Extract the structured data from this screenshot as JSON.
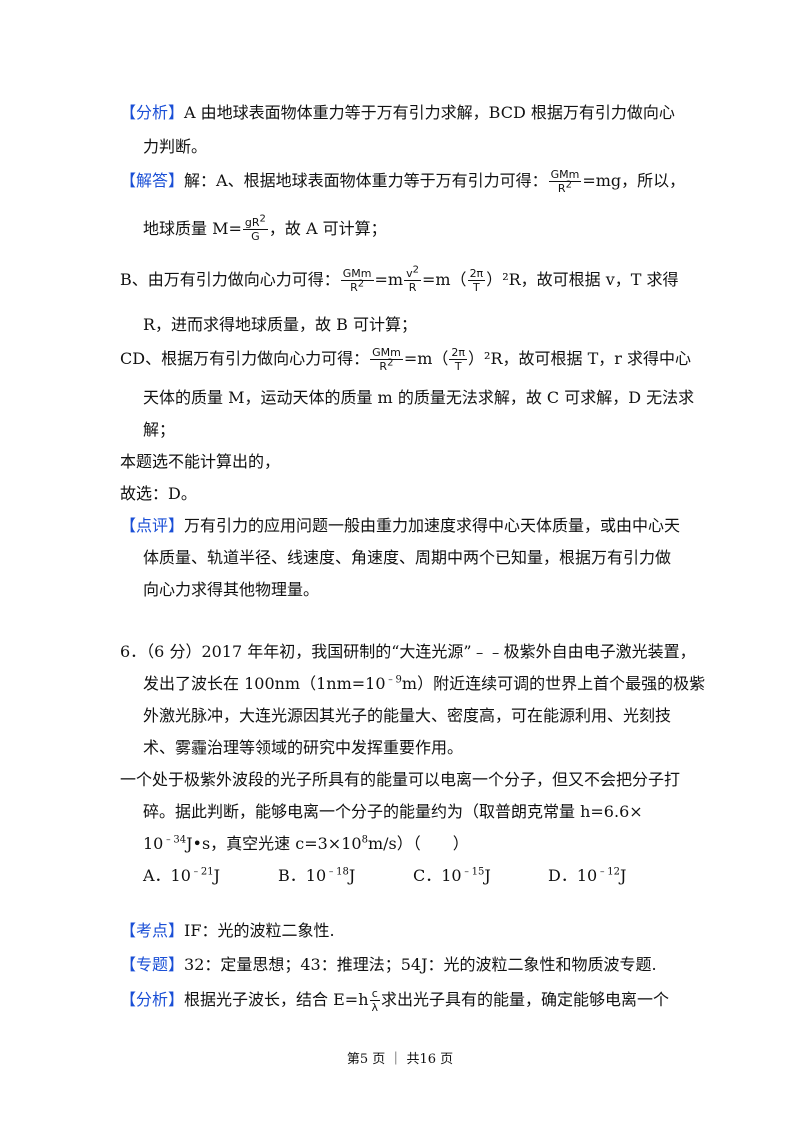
{
  "analysis1": {
    "tag": "【分析】",
    "line1": "A 由地球表面物体重力等于万有引力求解，BCD 根据万有引力做向心",
    "line2": "力判断。"
  },
  "solution1": {
    "tag": "【解答】",
    "line1_a": "解：A、根据地球表面物体重力等于万有引力可得：",
    "frac_GMm": "GMm",
    "frac_R2": "R",
    "line1_b": "=mg，所以，",
    "line2_a": "地球质量 M=",
    "frac_gR2": "gR",
    "frac_G": "G",
    "line2_b": "，故 A 可计算；",
    "b_line1_a": "B、由万有引力做向心力可得：",
    "b_eq1": "=m",
    "frac_v2": "v",
    "b_eq2": "=m（",
    "frac_2pi": "2π",
    "frac_T": "T",
    "b_line1_b": "）²R，故可根据 v，T 求得",
    "b_line2": "R，进而求得地球质量，故 B 可计算；",
    "cd_line1_a": "CD、根据万有引力做向心力可得：",
    "cd_line1_b": "）²R，故可根据 T，r 求得中心",
    "cd_line2": "天体的质量 M，运动天体的质量 m 的质量无法求解，故 C 可求解，D 无法求",
    "cd_line3": "解；",
    "conclusion1": "本题选不能计算出的，",
    "conclusion2": "故选：D。"
  },
  "comment1": {
    "tag": "【点评】",
    "line1": "万有引力的应用问题一般由重力加速度求得中心天体质量，或由中心天",
    "line2": "体质量、轨道半径、线速度、角速度、周期中两个已知量，根据万有引力做",
    "line3": "向心力求得其他物理量。"
  },
  "question6": {
    "line1": "6．（6 分）2017 年年初，我国研制的“大连光源”﹣﹣极紫外自由电子激光装置，",
    "line2_a": "发出了波长在 100nm（1nm=10",
    "line2_exp": "﹣9",
    "line2_b": "m）附近连续可调的世界上首个最强的极紫",
    "line3": "外激光脉冲，大连光源因其光子的能量大、密度高，可在能源利用、光刻技",
    "line4": "术、雾霾治理等领域的研究中发挥重要作用。",
    "line5": "一个处于极紫外波段的光子所具有的能量可以电离一个分子，但又不会把分子打",
    "line6": "碎。据此判断，能够电离一个分子的能量约为（取普朗克常量 h=6.6×",
    "line7_a": "10",
    "line7_exp": "﹣34",
    "line7_b": "J•s，真空光速 c=3×10",
    "line7_exp2": "8",
    "line7_c": "m/s）（　　）",
    "options": [
      {
        "label": "A．10",
        "exp": "﹣21",
        "unit": "J"
      },
      {
        "label": "B．10",
        "exp": "﹣18",
        "unit": "J"
      },
      {
        "label": "C．10",
        "exp": "﹣15",
        "unit": "J"
      },
      {
        "label": "D．10",
        "exp": "﹣12",
        "unit": "J"
      }
    ]
  },
  "kaodian": {
    "tag": "【考点】",
    "text": "IF：光的波粒二象性."
  },
  "zhuanti": {
    "tag": "【专题】",
    "text": "32：定量思想；43：推理法；54J：光的波粒二象性和物质波专题."
  },
  "analysis2": {
    "tag": "【分析】",
    "text_a": "根据光子波长，结合 E=h",
    "frac_c": "c",
    "frac_lambda": "λ",
    "text_b": "求出光子具有的能量，确定能够电离一个"
  },
  "footer": {
    "text": "第5 页 ｜ 共16 页"
  }
}
